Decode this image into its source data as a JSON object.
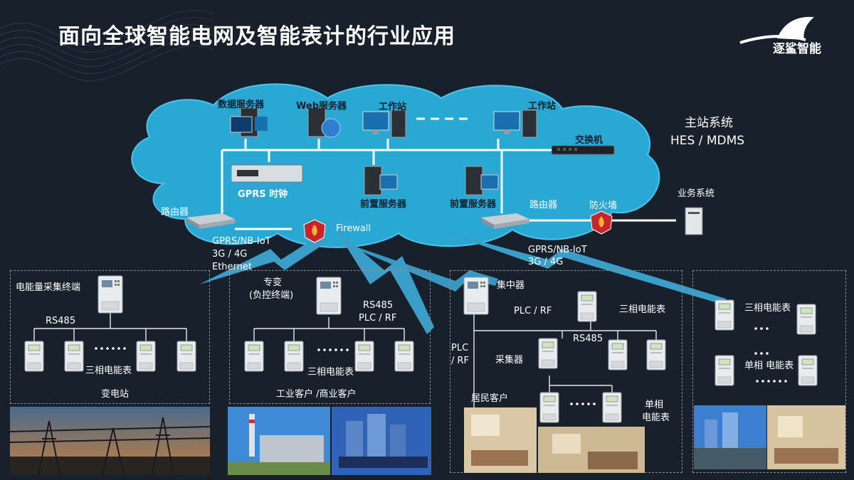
{
  "title": "面向全球智能电网及智能表计的行业应用",
  "brand": {
    "name": "逐鲨智能"
  },
  "cloud": {
    "data_server": "数据服务器",
    "web_server": "Web服务器",
    "workstation_1": "工作站",
    "workstation_2": "工作站",
    "switch": "交换机",
    "gprs_clock": "GPRS 时钟",
    "front_server_1": "前置服务器",
    "front_server_2": "前置服务器"
  },
  "master_station": {
    "line1": "主站系统",
    "line2": "HES / MDMS"
  },
  "network": {
    "router_left": "路由器",
    "router_right": "路由器",
    "firewall_left": "Firewall",
    "firewall_right": "防火墙",
    "business_system": "业务系统",
    "comm_left": [
      "GPRS/NB-IoT",
      "3G / 4G",
      "Ethernet"
    ],
    "comm_right": [
      "GPRS/NB-IoT",
      "3G / 4G"
    ]
  },
  "zones": {
    "substation": {
      "terminal": "电能量采集终端",
      "rs485": "RS485",
      "meter": "三相电能表",
      "caption": "变电站"
    },
    "industrial": {
      "terminal_l1": "专变",
      "terminal_l2": "(负控终端)",
      "comm_l1": "RS485",
      "comm_l2": "PLC / RF",
      "meter": "三相电能表",
      "caption": "工业客户 /商业客户"
    },
    "residential": {
      "concentrator": "集中器",
      "plc_rf": "PLC / RF",
      "three_phase": "三相电能表",
      "plc_l1": "PLC",
      "plc_l2": "/ RF",
      "collector": "采集器",
      "rs485": "RS485",
      "residents": "居民客户",
      "single_l1": "单相",
      "single_l2": "电能表"
    },
    "mixed": {
      "three_phase": "三相电能表",
      "single": "单相 电能表"
    }
  },
  "colors": {
    "background": "#17202b",
    "cloud": "#2aa8d4",
    "bolt": "#3a9ec9",
    "firewall": "#c8242c"
  }
}
